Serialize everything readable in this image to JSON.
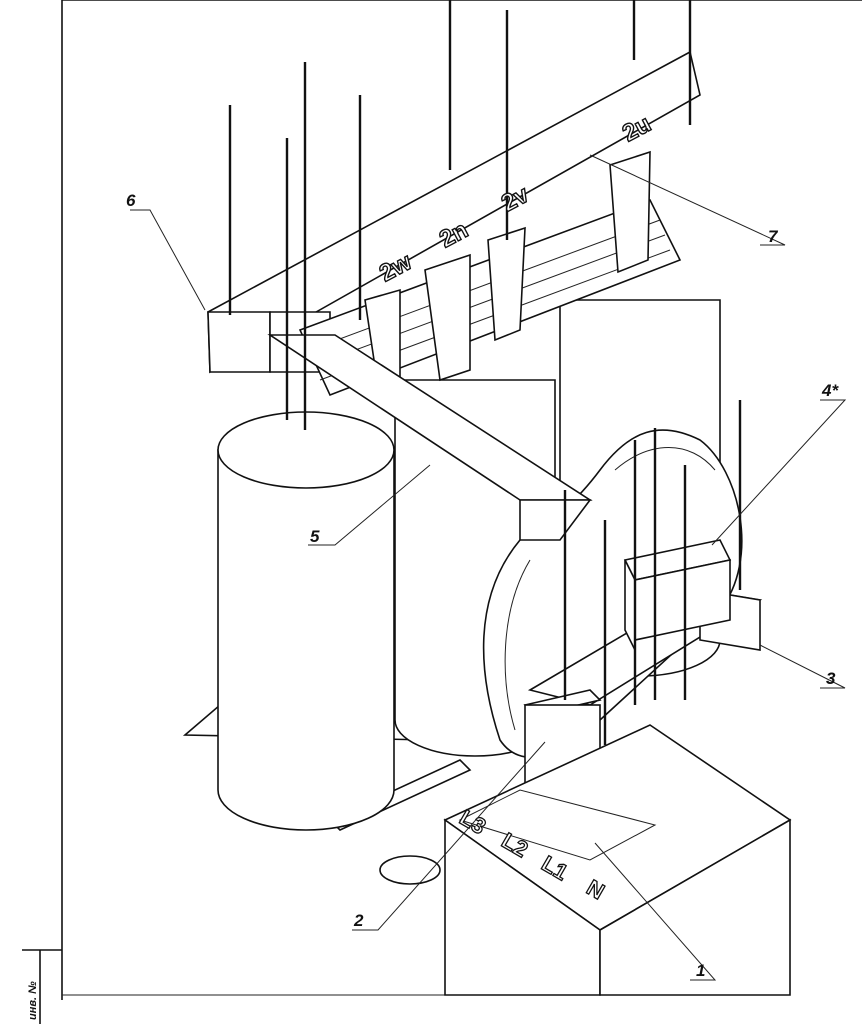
{
  "callouts": [
    {
      "id": "1",
      "text": "1"
    },
    {
      "id": "2",
      "text": "2"
    },
    {
      "id": "3",
      "text": "3"
    },
    {
      "id": "4",
      "text": "4*"
    },
    {
      "id": "5",
      "text": "5"
    },
    {
      "id": "6",
      "text": "6"
    },
    {
      "id": "7",
      "text": "7"
    }
  ],
  "terminals_lv": [
    "2w",
    "2n",
    "2v",
    "2u"
  ],
  "terminals_entry": [
    "L3",
    "L2",
    "L1",
    "N"
  ],
  "stamp": "инв. №"
}
